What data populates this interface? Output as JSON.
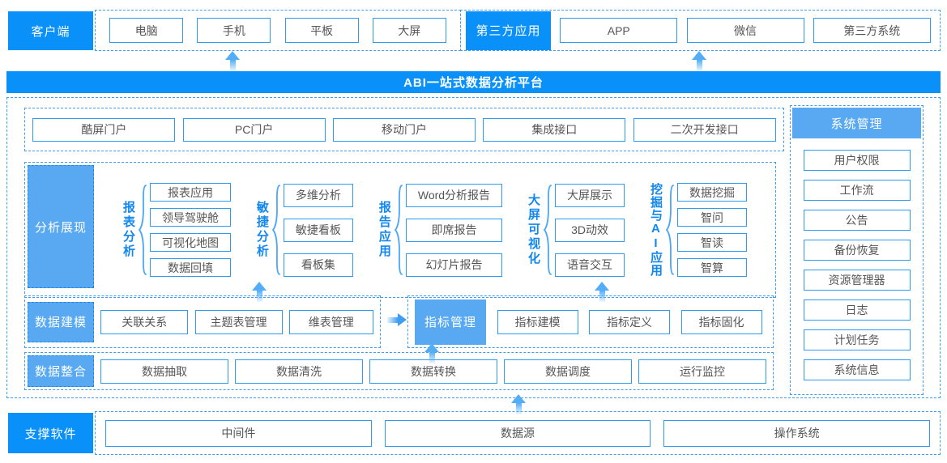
{
  "colors": {
    "primary": "#0991f9",
    "secondary": "#58a9f2",
    "box_border": "#2f9bf0",
    "dash_border": "#3d9df3",
    "group_text": "#1287ee",
    "box_text": "#555555"
  },
  "top": {
    "client": {
      "label": "客户端",
      "items": [
        "电脑",
        "手机",
        "平板",
        "大屏"
      ]
    },
    "third_party": {
      "label": "第三方应用",
      "items": [
        "APP",
        "微信",
        "第三方系统"
      ]
    }
  },
  "banner": {
    "title": "ABI一站式数据分析平台"
  },
  "portal": {
    "items": [
      "酷屏门户",
      "PC门户",
      "移动门户",
      "集成接口",
      "二次开发接口"
    ]
  },
  "analysis": {
    "label": "分析展现",
    "groups": [
      {
        "name": "报表分析",
        "items": [
          "报表应用",
          "领导驾驶舱",
          "可视化地图",
          "数据回填"
        ]
      },
      {
        "name": "敏捷分析",
        "items": [
          "多维分析",
          "敏捷看板",
          "看板集"
        ]
      },
      {
        "name": "报告应用",
        "items": [
          "Word分析报告",
          "即席报告",
          "幻灯片报告"
        ]
      },
      {
        "name": "大屏可视化",
        "items": [
          "大屏展示",
          "3D动效",
          "语音交互"
        ]
      },
      {
        "name": "挖掘与AI应用",
        "items": [
          "数据挖掘",
          "智问",
          "智读",
          "智算"
        ]
      }
    ]
  },
  "modeling": {
    "label": "数据建模",
    "items": [
      "关联关系",
      "主题表管理",
      "维表管理"
    ],
    "indicator": {
      "highlight": "指标管理",
      "items": [
        "指标建模",
        "指标定义",
        "指标固化"
      ]
    }
  },
  "integration": {
    "label": "数据整合",
    "items": [
      "数据抽取",
      "数据清洗",
      "数据转换",
      "数据调度",
      "运行监控"
    ]
  },
  "system": {
    "label": "系统管理",
    "items": [
      "用户权限",
      "工作流",
      "公告",
      "备份恢复",
      "资源管理器",
      "日志",
      "计划任务",
      "系统信息"
    ]
  },
  "support": {
    "label": "支撑软件",
    "items": [
      "中间件",
      "数据源",
      "操作系统"
    ]
  }
}
